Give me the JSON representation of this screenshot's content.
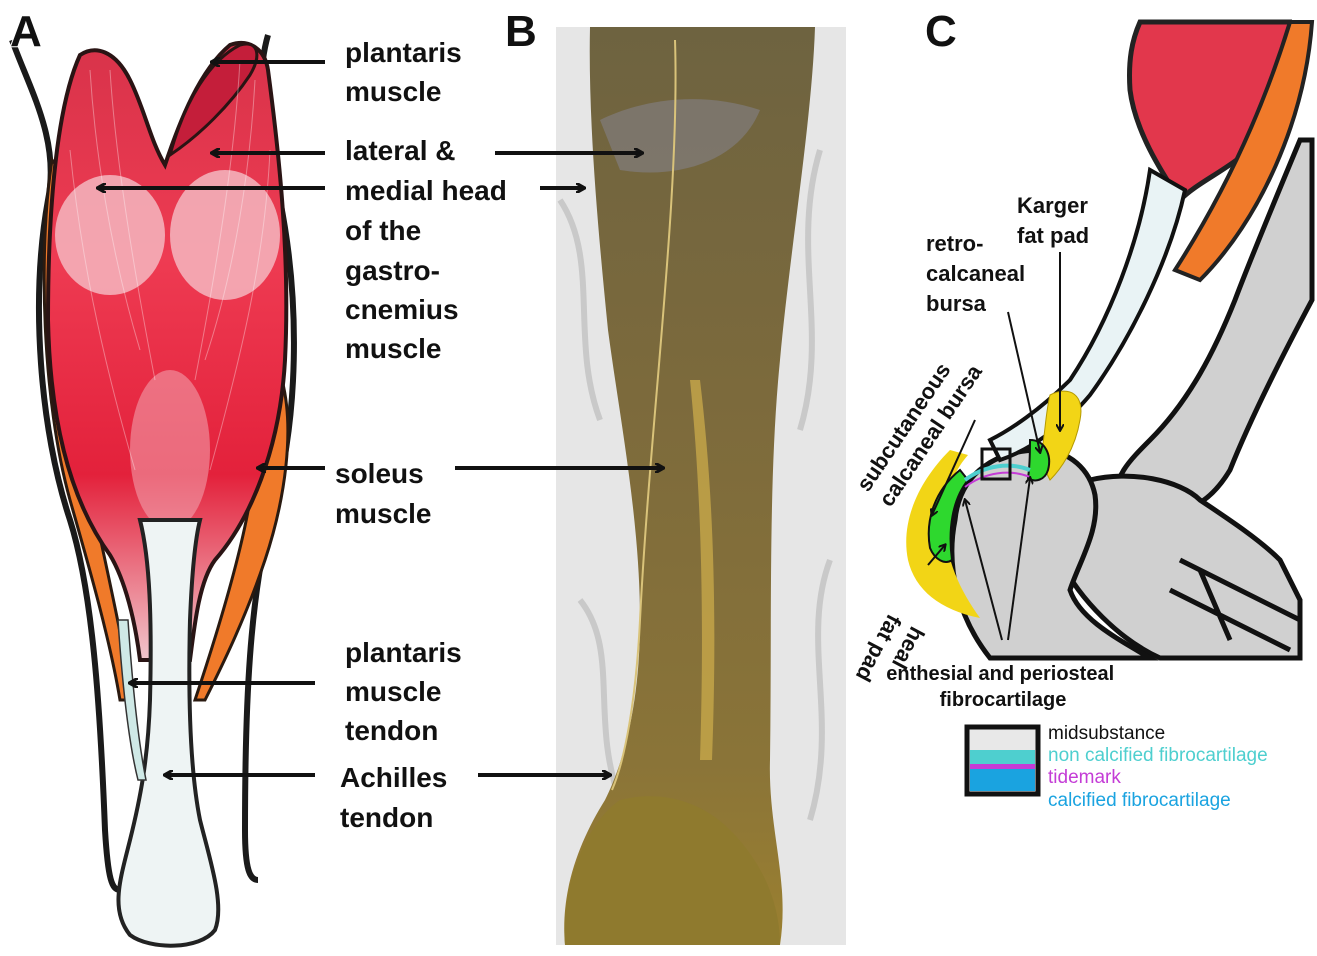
{
  "panels": {
    "a": "A",
    "b": "B",
    "c": "C"
  },
  "panel_a": {
    "labels": {
      "plantaris_muscle": [
        "plantaris",
        "muscle"
      ],
      "gastrocnemius": [
        "lateral &",
        "medial head",
        "of the",
        "gastro-",
        "cnemius",
        "muscle"
      ],
      "soleus": [
        "soleus",
        "muscle"
      ],
      "plantaris_tendon": [
        "plantaris",
        "muscle",
        "tendon"
      ],
      "achilles": [
        "Achilles",
        "tendon"
      ]
    }
  },
  "panel_c": {
    "labels": {
      "karger": [
        "Karger",
        "fat pad"
      ],
      "retro": [
        "retro-",
        "calcaneal",
        "bursa"
      ],
      "subcutaneous": [
        "subcutaneous",
        "calcaneal bursa"
      ],
      "heal_fat_pad": [
        "heal",
        "fat pad"
      ],
      "enthesial": [
        "enthesial and periosteal",
        "fibrocartilage"
      ]
    },
    "legend": [
      {
        "label": "midsubstance",
        "color": "#111111"
      },
      {
        "label": "non calcified fibrocartilage",
        "color": "#4ecfcf"
      },
      {
        "label": "tidemark",
        "color": "#c43cd6"
      },
      {
        "label": "calcified fibrocartilage",
        "color": "#1aa3e0"
      }
    ]
  },
  "colors": {
    "muscle_red": "#e8283f",
    "muscle_orange": "#f07a2a",
    "tendon_white": "#eef4f4",
    "bone_gray": "#cfcfcf",
    "fat_yellow": "#f2d516",
    "bursa_green": "#2ed82e"
  }
}
